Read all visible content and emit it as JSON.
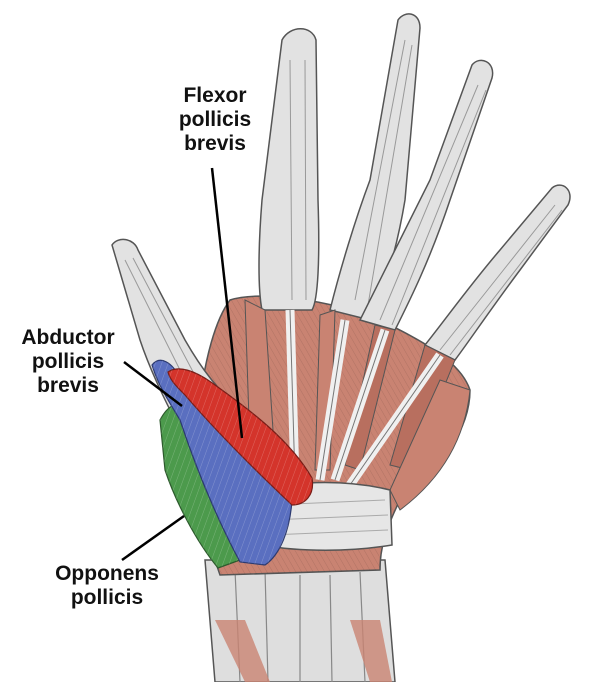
{
  "diagram": {
    "labels": {
      "flexor_pollicis_brevis": [
        "Flexor",
        "pollicis",
        "brevis"
      ],
      "abductor_pollicis_brevis": [
        "Abductor",
        "pollicis",
        "brevis"
      ],
      "opponens_pollicis": [
        "Opponens",
        "pollicis"
      ]
    },
    "colors": {
      "background": "#ffffff",
      "bone_tendon": "#dcdcdc",
      "outline": "#555555",
      "muscle": "#c98372",
      "flexor_pollicis_brevis": "#d4342b",
      "abductor_pollicis_brevis": "#5a6fc0",
      "opponens_pollicis": "#4c9a4c",
      "leader_line": "#000000"
    }
  }
}
